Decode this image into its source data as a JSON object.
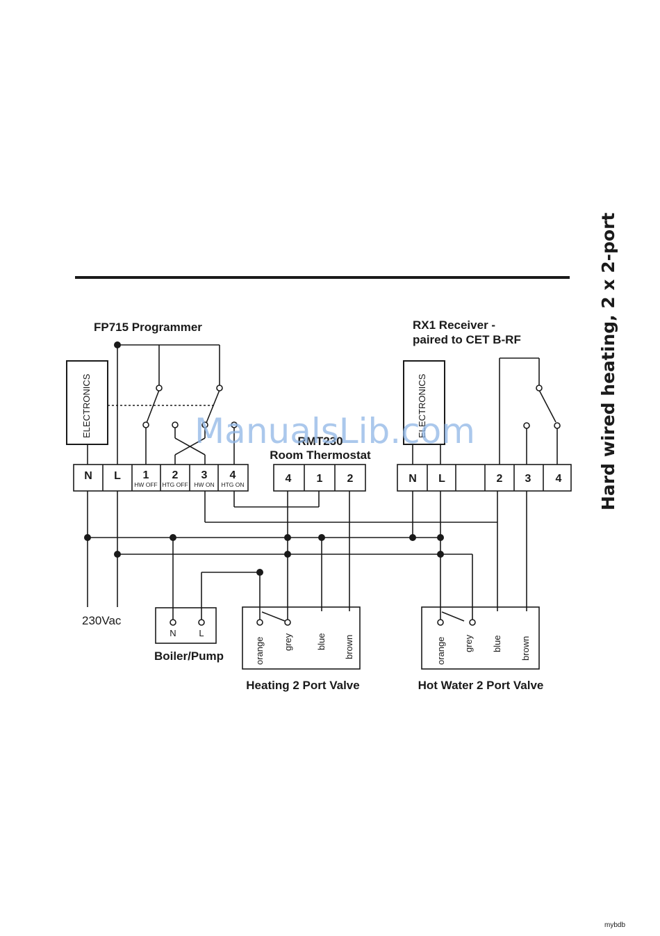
{
  "side_title": "Hard wired heating, 2 x 2-port",
  "watermark": "ManualsLib.com",
  "programmer": {
    "title": "FP715 Programmer",
    "electronics": "ELECTRONICS",
    "terminals": [
      {
        "num": "N",
        "sub": ""
      },
      {
        "num": "L",
        "sub": ""
      },
      {
        "num": "1",
        "sub": "HW OFF"
      },
      {
        "num": "2",
        "sub": "HTG OFF"
      },
      {
        "num": "3",
        "sub": "HW ON"
      },
      {
        "num": "4",
        "sub": "HTG ON"
      }
    ]
  },
  "thermostat": {
    "title_top": "RMT230",
    "title": "Room Thermostat",
    "terminals": [
      "4",
      "1",
      "2"
    ]
  },
  "receiver": {
    "title_line1": "RX1 Receiver -",
    "title_line2": "paired to CET B-RF",
    "electronics": "ELECTRONICS",
    "terminals": [
      "N",
      "L",
      "",
      "2",
      "3",
      "4"
    ]
  },
  "supply": {
    "label": "230Vac"
  },
  "boiler": {
    "title": "Boiler/Pump",
    "terminals": [
      "N",
      "L"
    ]
  },
  "heating_valve": {
    "title": "Heating 2 Port Valve",
    "wires": [
      "orange",
      "grey",
      "blue",
      "brown"
    ]
  },
  "hotwater_valve": {
    "title": "Hot Water 2 Port Valve",
    "wires": [
      "orange",
      "grey",
      "blue",
      "brown"
    ]
  },
  "footer_mark": "mybdb"
}
